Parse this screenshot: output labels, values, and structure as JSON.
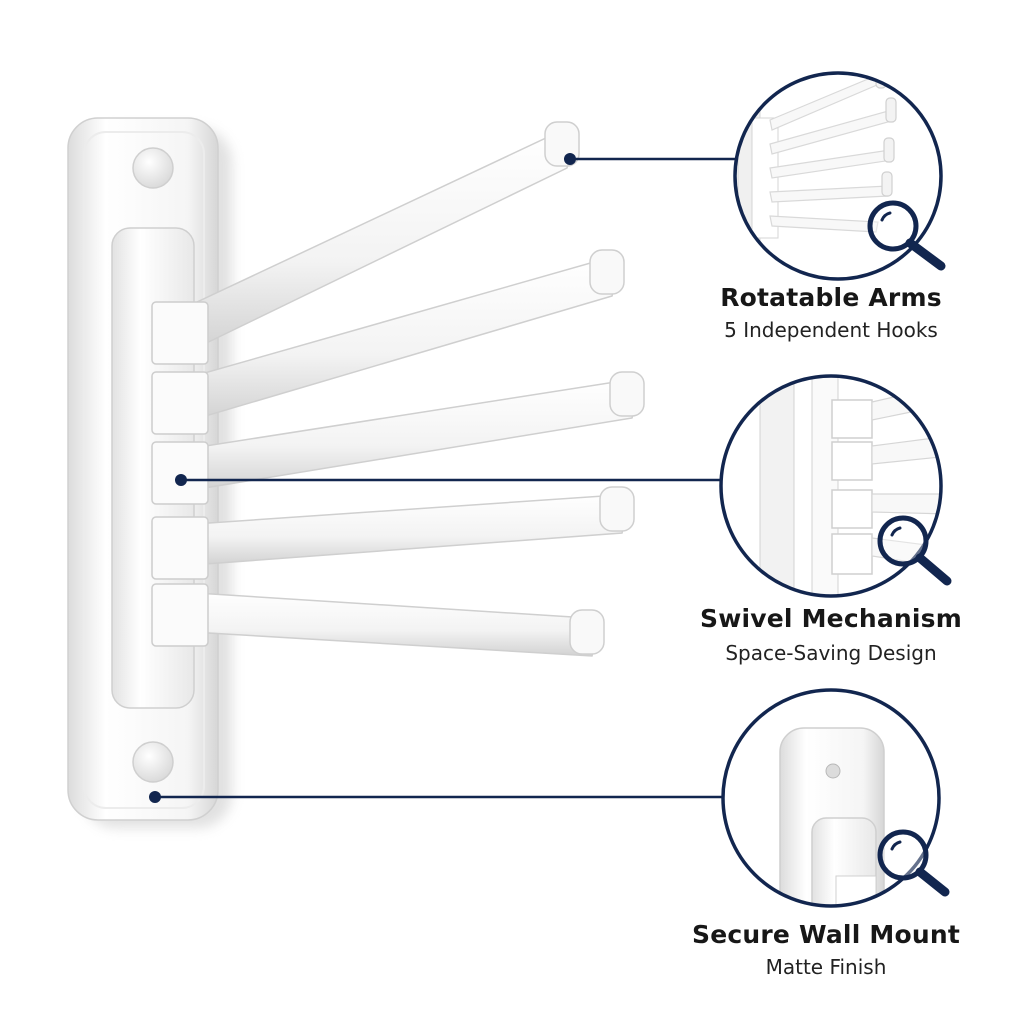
{
  "colors": {
    "accent": "#12264f",
    "product_white": "#f7f7f7",
    "product_shadow": "#c9c9c9",
    "text_dark": "#171717"
  },
  "features": [
    {
      "title": "Rotatable Arms",
      "subtitle": "5 Independent Hooks",
      "icon": "magnifier-icon",
      "detail": "arms"
    },
    {
      "title": "Swivel Mechanism",
      "subtitle": "Space-Saving Design",
      "icon": "magnifier-icon",
      "detail": "swivel"
    },
    {
      "title": "Secure Wall Mount",
      "subtitle": "Matte Finish",
      "icon": "magnifier-icon",
      "detail": "mount"
    }
  ],
  "product": {
    "hook_count": 5
  }
}
